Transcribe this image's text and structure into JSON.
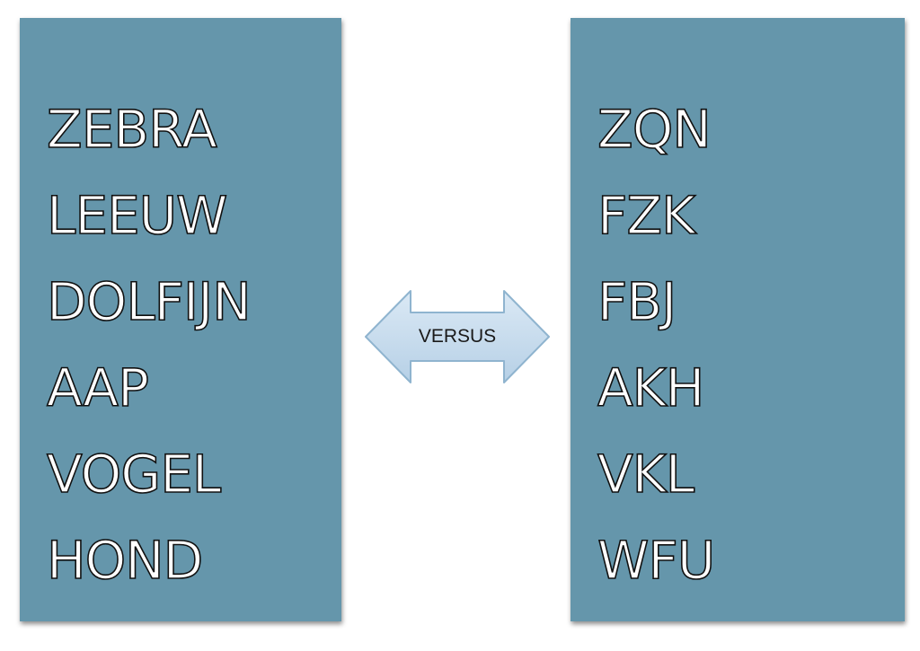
{
  "left_column": {
    "words": [
      "ZEBRA",
      "LEEUW",
      "DOLFIJN",
      "AAP",
      "VOGEL",
      "HOND"
    ]
  },
  "right_column": {
    "words": [
      "ZQN",
      "FZK",
      "FBJ",
      "AKH",
      "VKL",
      "WFU"
    ]
  },
  "arrow": {
    "label": "VERSUS",
    "fill_color": "#c9dff0",
    "stroke_color": "#8fb4cf"
  },
  "colors": {
    "panel": "#6596ab",
    "text_fill": "#ffffff",
    "text_outline": "#111111"
  }
}
